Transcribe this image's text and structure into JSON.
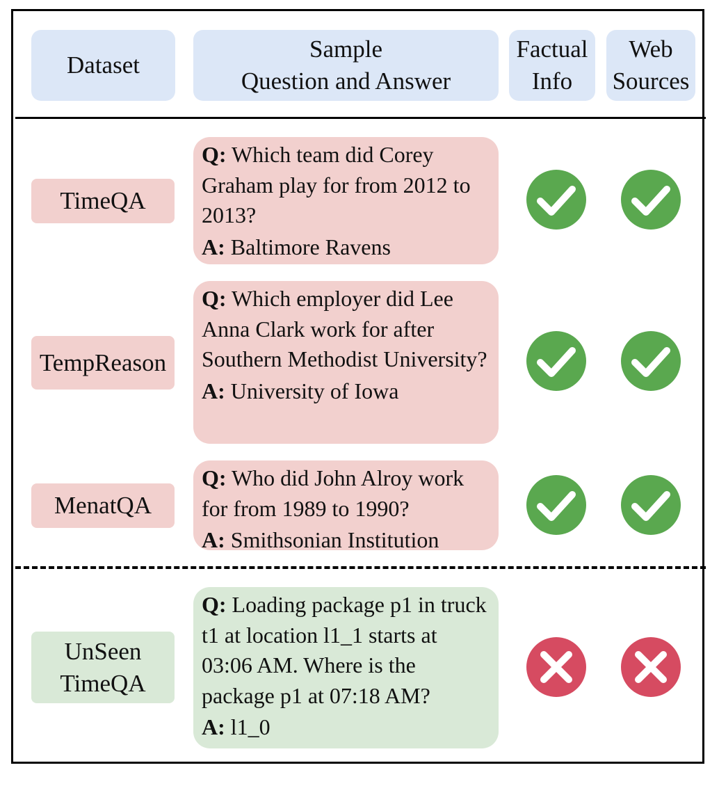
{
  "headers": {
    "dataset": [
      "Dataset"
    ],
    "sample": [
      "Sample",
      "Question and Answer"
    ],
    "factual": [
      "Factual",
      "Info"
    ],
    "web": [
      "Web",
      "Sources"
    ]
  },
  "rows": [
    {
      "dataset": [
        "TimeQA"
      ],
      "q_label": "Q:",
      "question": "Which team did Corey Graham play for from 2012 to 2013?",
      "a_label": "A:",
      "answer": "Baltimore Ravens",
      "factual_info": "check",
      "web_sources": "check"
    },
    {
      "dataset": [
        "TempReason"
      ],
      "q_label": "Q:",
      "question": "Which employer did Lee Anna Clark work for after Southern Methodist University?",
      "a_label": "A:",
      "answer": "University of Iowa",
      "factual_info": "check",
      "web_sources": "check"
    },
    {
      "dataset": [
        "MenatQA"
      ],
      "q_label": "Q:",
      "question": "Who did John Alroy work for from 1989 to 1990?",
      "a_label": "A:",
      "answer": "Smithsonian Institution",
      "factual_info": "check",
      "web_sources": "check"
    },
    {
      "dataset": [
        "UnSeen",
        "TimeQA"
      ],
      "q_label": "Q:",
      "question": "Loading package p1 in truck t1 at location l1_1 starts at 03:06 AM. Where is the package p1 at 07:18 AM?",
      "a_label": "A:",
      "answer": "l1_0",
      "factual_info": "cross",
      "web_sources": "cross"
    }
  ],
  "colors": {
    "header_fill": "#dce7f7",
    "seen_fill": "#f2d0ce",
    "unseen_fill": "#d9e9d7",
    "check_icon": "#5aa84f",
    "cross_icon": "#d64b61"
  }
}
